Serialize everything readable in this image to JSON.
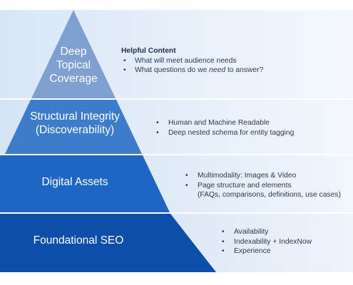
{
  "tiers": [
    {
      "label_lines": [
        "Deep",
        "Topical",
        "Coverage"
      ],
      "heading": "Helpful Content",
      "bullets": [
        "What will meet audience needs",
        "What questions do we need to answer?"
      ],
      "color": "#7e9fcf"
    },
    {
      "label_lines": [
        "Structural Integrity",
        "(Discoverability)"
      ],
      "bullets": [
        "Human and Machine Readable",
        "Deep nested schema for entity tagging"
      ],
      "color": "#3d7ccb"
    },
    {
      "label_lines": [
        "Digital Assets"
      ],
      "bullets": [
        "Multimodality: Images & Video",
        "Page structure and elements"
      ],
      "continuation": "(FAQs, comparisons, definitions, use cases)",
      "color": "#1f66c4"
    },
    {
      "label_lines": [
        "Foundational SEO"
      ],
      "bullets": [
        "Availability",
        "Indexability + IndexNow",
        "Experience"
      ],
      "color": "#0c4ea8"
    }
  ]
}
